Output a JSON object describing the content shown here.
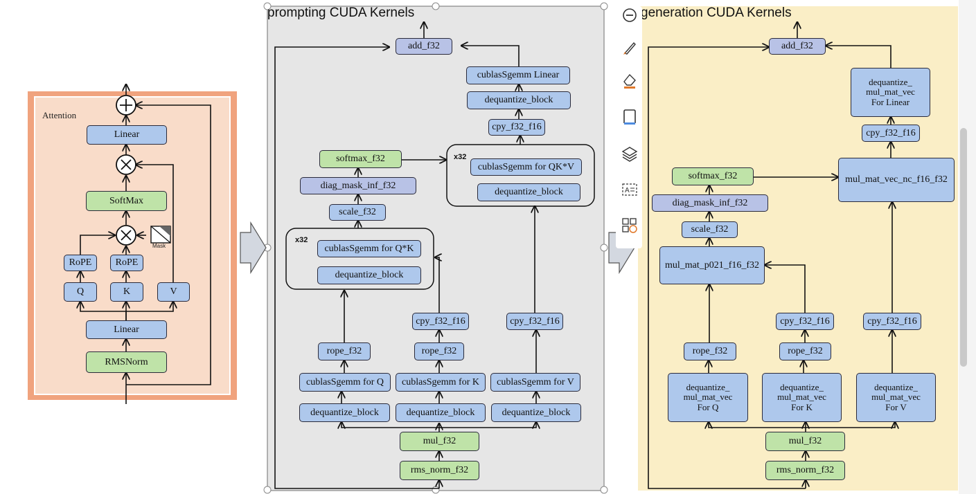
{
  "attention": {
    "title": "Attention",
    "add_symbol": "+",
    "mult_symbol": "×",
    "linear_top": "Linear",
    "softmax": "SoftMax",
    "mask": "Mask",
    "rope_q": "RoPE",
    "rope_k": "RoPE",
    "q": "Q",
    "k": "K",
    "v": "V",
    "linear_bottom": "Linear",
    "rmsnorm": "RMSNorm"
  },
  "prompting": {
    "title": "prompting CUDA Kernels",
    "add": "add_f32",
    "cublas_linear": "cublasSgemm Linear",
    "dequant_linear": "dequantize_block",
    "cpy_out": "cpy_f32_f16",
    "x32_qkv": "x32",
    "cublas_qkv": "cublasSgemm for QK*V",
    "dequant_qkv": "dequantize_block",
    "softmax": "softmax_f32",
    "diag_mask": "diag_mask_inf_f32",
    "scale": "scale_f32",
    "x32_qk": "x32",
    "cublas_qk": "cublasSgemm for Q*K",
    "dequant_qk": "dequantize_block",
    "cpy_k": "cpy_f32_f16",
    "cpy_v": "cpy_f32_f16",
    "rope_q": "rope_f32",
    "rope_k": "rope_f32",
    "cublas_q": "cublasSgemm for Q",
    "cublas_k": "cublasSgemm for K",
    "cublas_v": "cublasSgemm for V",
    "dequant_q": "dequantize_block",
    "dequant_k": "dequantize_block",
    "dequant_v": "dequantize_block",
    "mul": "mul_f32",
    "rms_norm": "rms_norm_f32"
  },
  "generation": {
    "title": "generation CUDA Kernels",
    "add": "add_f32",
    "dequant_linear": "dequantize_ mul_mat_vec For Linear",
    "cpy_out": "cpy_f32_f16",
    "softmax": "softmax_f32",
    "mul_mat_vec_nc": "mul_mat_vec_nc_f16_f32",
    "diag_mask": "diag_mask_inf_f32",
    "scale": "scale_f32",
    "mul_mat_p021": "mul_mat_p021_f16_f32",
    "cpy_k": "cpy_f32_f16",
    "cpy_v": "cpy_f32_f16",
    "rope_q": "rope_f32",
    "rope_k": "rope_f32",
    "dequant_q": "dequantize_ mul_mat_vec For Q",
    "dequant_k": "dequantize_ mul_mat_vec For K",
    "dequant_v": "dequantize_ mul_mat_vec For V",
    "mul": "mul_f32",
    "rms_norm": "rms_norm_f32"
  },
  "toolbar": {
    "icons": [
      "minus-circle-icon",
      "brush-icon",
      "eraser-icon",
      "frame-icon",
      "layers-icon",
      "text-recognition-icon",
      "shapes-icon"
    ]
  },
  "colors": {
    "attention_border": "#f0a37e",
    "attention_fill": "#f9dcc9",
    "prompting_fill": "#e6e6e6",
    "generation_fill": "#faeec6",
    "kernel_blue": "#aec8ec",
    "kernel_green": "#bfe3a8",
    "kernel_purple": "#b8c2e6"
  }
}
